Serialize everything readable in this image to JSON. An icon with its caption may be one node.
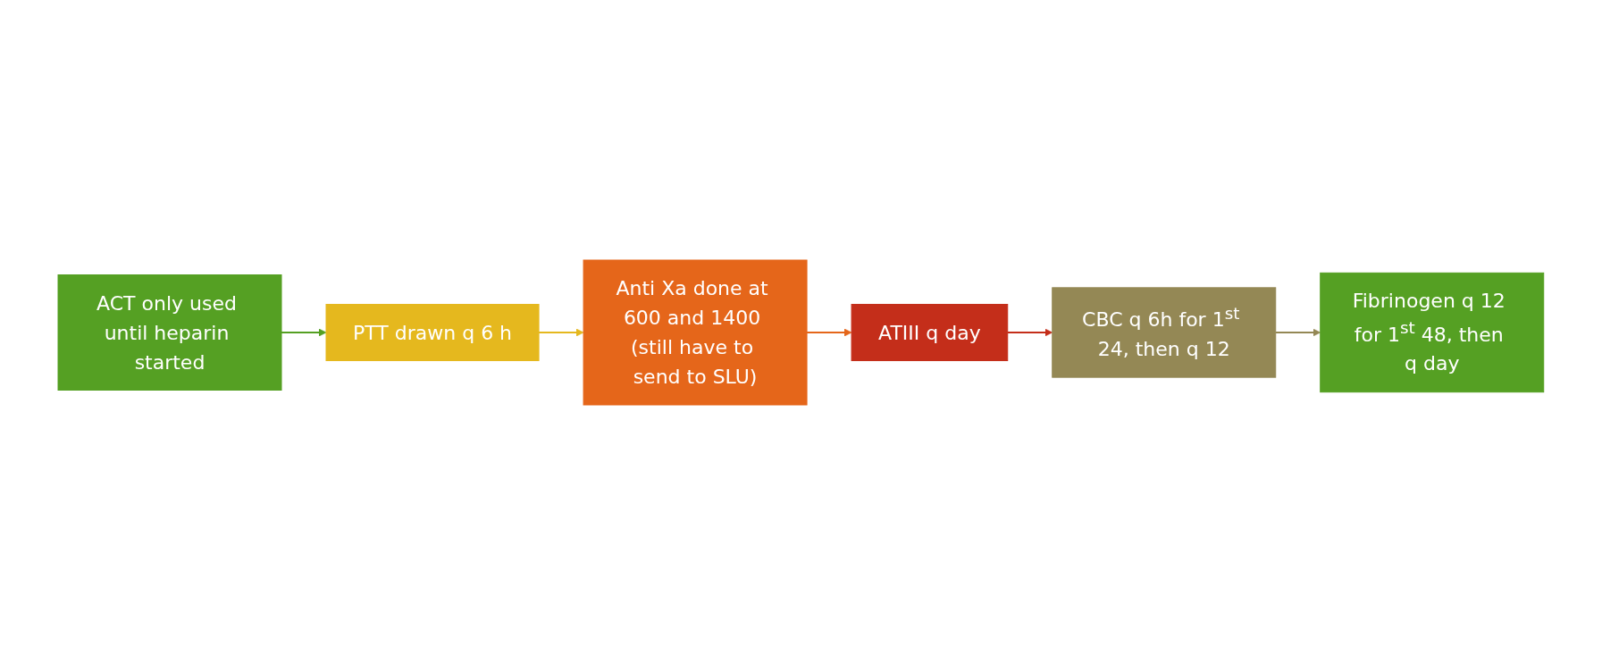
{
  "diagram": {
    "nodes": [
      {
        "text": [
          "ACT only used until heparin started"
        ]
      },
      {
        "text": [
          "PTT drawn q 6 h"
        ]
      },
      {
        "text": [
          "Anti Xa done at 600 and 1400 (still have to send to SLU)"
        ]
      },
      {
        "text": [
          "ATIII q day"
        ]
      },
      {
        "text": [
          "CBC q 6h for 1$^{st}$ 24, then q 12"
        ]
      },
      {
        "text": [
          "Fibrinogen q 12 for 1$^{st}$ 48, then q day"
        ]
      }
    ],
    "edges": [
      {
        "from": 0,
        "to": 1,
        "arrow": "to",
        "color": "#55a023"
      },
      {
        "from": 1,
        "to": 2,
        "arrow": "to",
        "color": "#e5b81e"
      },
      {
        "from": 2,
        "to": 3,
        "arrow": "to",
        "color": "#e5661a"
      },
      {
        "from": 3,
        "to": 4,
        "arrow": "to",
        "color": "#c42e1a"
      },
      {
        "from": 4,
        "to": 5,
        "arrow": "to",
        "color": "#948855"
      }
    ]
  }
}
